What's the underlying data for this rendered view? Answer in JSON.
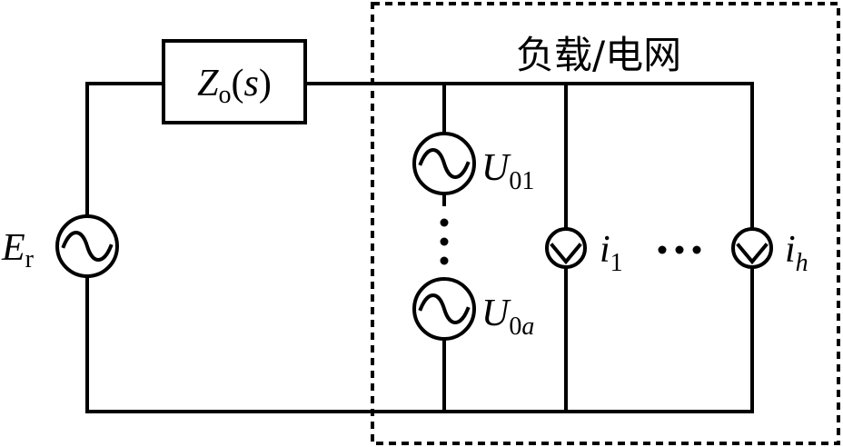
{
  "title": "负载/电网",
  "impedance": {
    "main": "Z",
    "sub": "o",
    "arg_open": "(",
    "arg": "s",
    "arg_close": ")"
  },
  "source_er": {
    "main": "E",
    "sub": "r"
  },
  "source_u01": {
    "main": "U",
    "sub": "01"
  },
  "source_u0a": {
    "main": "U",
    "sub": "0",
    "sub_italic": "a"
  },
  "ellipsis_vertical": "⋮",
  "current_1": {
    "main": "i",
    "sub": "1"
  },
  "ellipsis_horizontal": "···",
  "current_h": {
    "main": "i",
    "sub": "h"
  }
}
